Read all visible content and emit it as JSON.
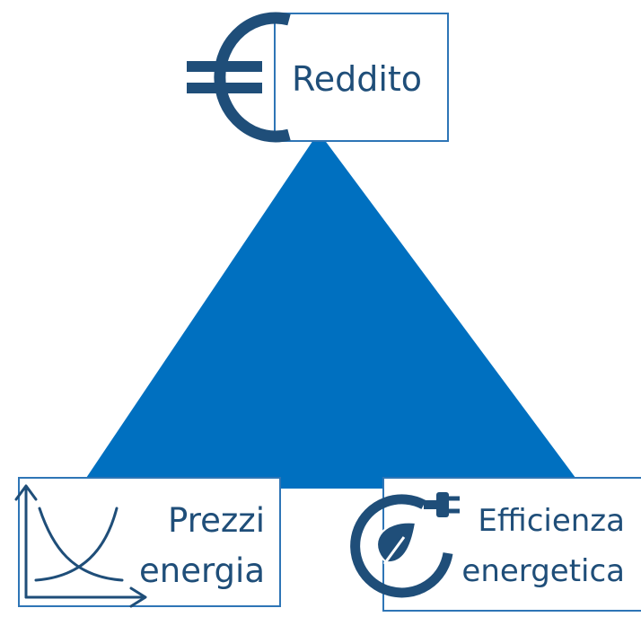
{
  "nodes": {
    "top": {
      "label": "Reddito",
      "icon": "euro-icon"
    },
    "left": {
      "line1": "Prezzi",
      "line2": "energia",
      "icon": "price-curves-icon"
    },
    "right": {
      "line1": "Efficienza",
      "line2": "energetica",
      "icon": "eco-plug-leaf-icon"
    }
  },
  "colors": {
    "triangle": "#0070c0",
    "icon": "#1f4e79",
    "box_border": "#2e75b6",
    "text": "#1f4e79"
  }
}
